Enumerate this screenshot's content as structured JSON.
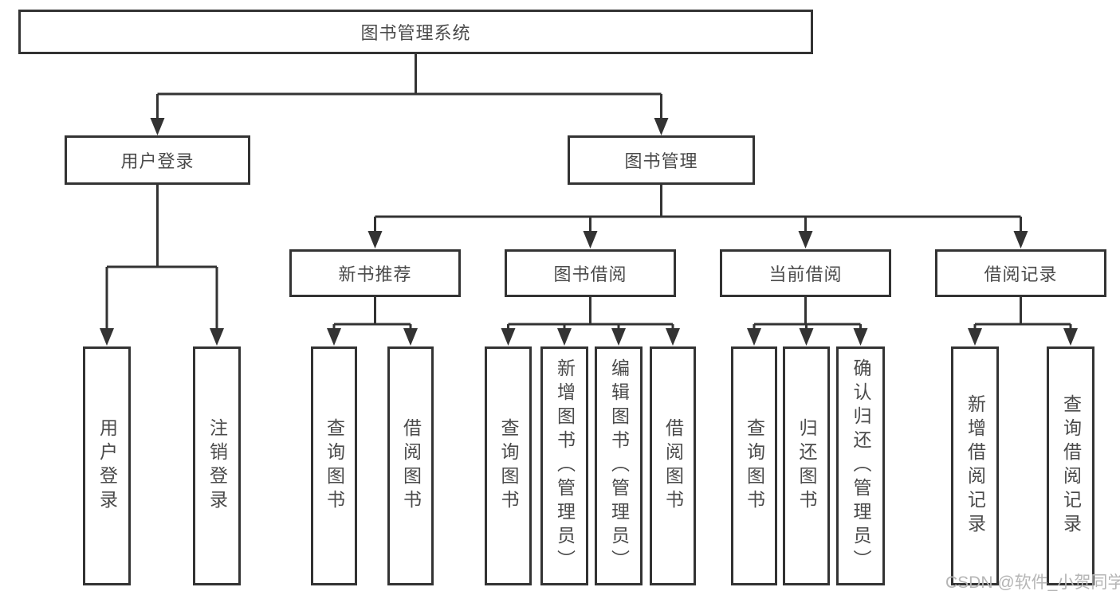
{
  "diagram": {
    "root": "图书管理系统",
    "user_login": "用户登录",
    "book_management": "图书管理",
    "leaf_user_login": "用户登录",
    "leaf_logout": "注销登录",
    "new_book_recommend": "新书推荐",
    "book_borrow": "图书借阅",
    "current_borrow": "当前借阅",
    "borrow_record": "借阅记录",
    "nbr_query_book": "查询图书",
    "nbr_borrow_book": "借阅图书",
    "bb_query_book": "查询图书",
    "bb_add_book_admin": "新增图书（管理员）",
    "bb_edit_book_admin": "编辑图书（管理员）",
    "bb_borrow_book": "借阅图书",
    "cb_query_book": "查询图书",
    "cb_return_book": "归还图书",
    "cb_confirm_return_admin": "确认归还（管理员）",
    "br_add_record": "新增借阅记录",
    "br_query_record": "查询借阅记录"
  },
  "watermark": "CSDN @软件_小贺同学",
  "colors": {
    "line": "#333333",
    "text": "#4a4a4a",
    "watermark": "#b5b5b5",
    "background": "#ffffff"
  }
}
